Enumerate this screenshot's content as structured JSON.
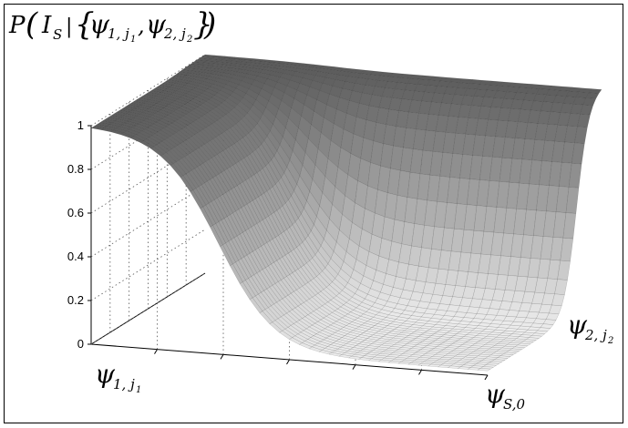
{
  "chart_data": {
    "type": "surface",
    "title": {
      "P": "P",
      "I": "I",
      "S": "S",
      "psi": "ψ",
      "sub1": "1, j",
      "sub1b": "1",
      "sub2": "2, j",
      "sub2b": "2",
      "bar": "|"
    },
    "zlim": [
      0,
      1
    ],
    "z_ticks": [
      "0",
      "0.2",
      "0.4",
      "0.6",
      "0.8",
      "1"
    ],
    "axis_labels": {
      "x1": {
        "psi": "ψ",
        "sub": "1, j",
        "subsub": "1"
      },
      "x2": {
        "psi": "ψ",
        "sub": "2, j",
        "subsub": "2"
      },
      "x3": {
        "psi": "ψ",
        "sub": "S,0"
      }
    },
    "grid": true,
    "colormap": "gray",
    "surface_shape": "plateau at 1 along far edges, descending to a minimum near 0 at the front corner"
  }
}
